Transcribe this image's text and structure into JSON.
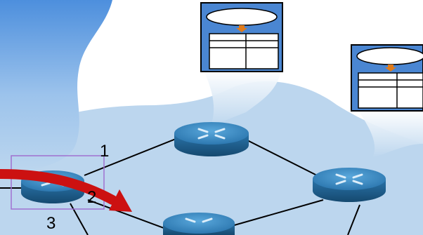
{
  "diagram": {
    "port_labels": [
      "1",
      "2",
      "3"
    ],
    "colors": {
      "network_cloud": "#bcd6ee",
      "router_top": "#3d8ec8",
      "router_side": "#1e5f8f",
      "table_fill": "#4a86d2",
      "forwarding_arrow": "#cc1111",
      "highlight_box": "#a070d0",
      "table_arrow": "#e07b1a"
    }
  }
}
